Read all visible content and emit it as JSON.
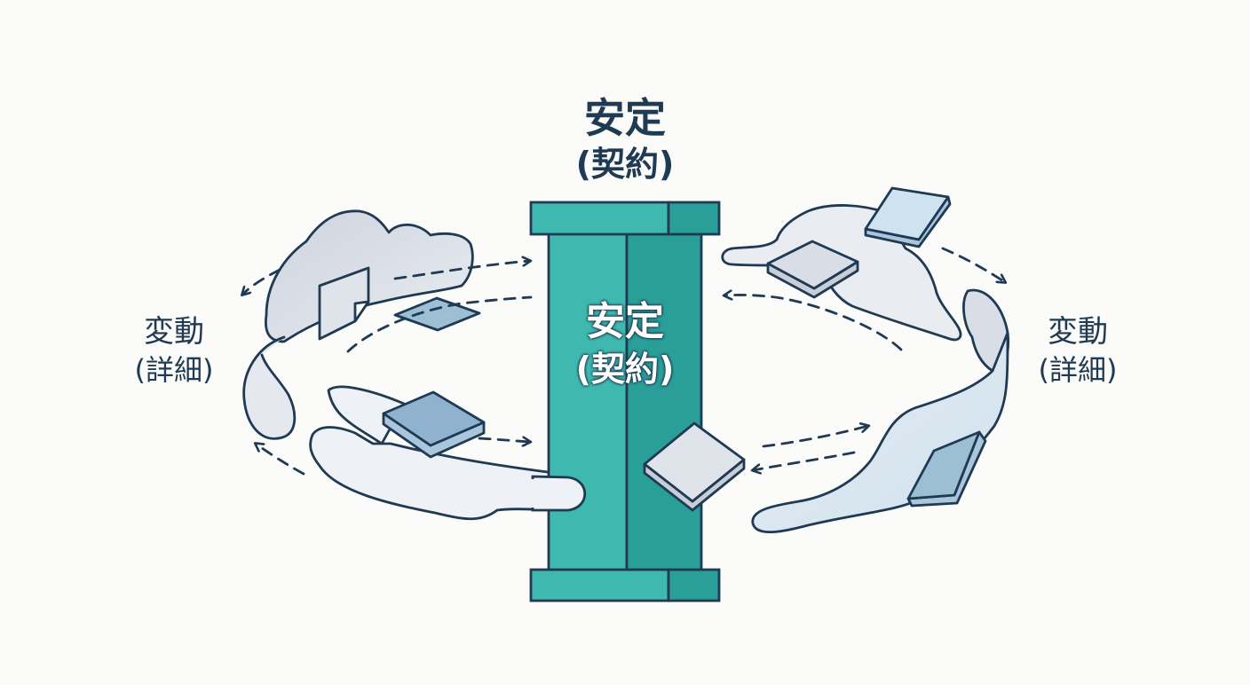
{
  "diagram": {
    "title": "安定",
    "subtitle": "(契約)",
    "center": {
      "title": "安定",
      "subtitle": "(契約)",
      "shape": "pillar-icon"
    },
    "left": {
      "title": "変動",
      "subtitle": "(詳細)"
    },
    "right": {
      "title": "変動",
      "subtitle": "(詳細)"
    },
    "colors": {
      "background": "#fbfbfa",
      "outline": "#1f3a52",
      "pillar_light": "#3fb8b0",
      "pillar_dark": "#2a9e98",
      "flow_fill_grey": "#d6dbe3",
      "flow_fill_blue": "#d7e7f1",
      "tile_blue": "#9cbfd6",
      "tile_light": "#dfe3ea"
    },
    "elements": [
      "stable-pillar",
      "left-flowing-ribbon",
      "right-flowing-ribbon",
      "floating-tiles",
      "dashed-arrows"
    ]
  }
}
